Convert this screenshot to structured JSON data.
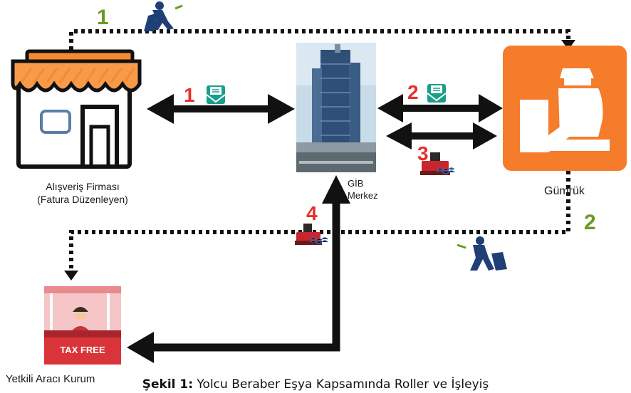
{
  "nodes": {
    "shop": {
      "label_line1": "Alışveriş Firması",
      "label_line2": "(Fatura Düzenleyen)"
    },
    "gib": {
      "label_line1": "GİB",
      "label_line2": "Merkez"
    },
    "customs": {
      "label": "Gümrük"
    },
    "taxfree": {
      "label": "Yetkili Aracı Kurum",
      "sign_text": "TAX FREE"
    }
  },
  "steps": {
    "green_1": "1",
    "green_2": "2",
    "red_1": "1",
    "red_2": "2",
    "red_3": "3",
    "red_4": "4"
  },
  "caption": {
    "prefix": "Şekil 1:",
    "text": " Yolcu Beraber Eşya Kapsamında Roller ve İşleyiş"
  },
  "colors": {
    "green": "#6b9a1f",
    "red": "#e8302a",
    "navy": "#1f3f76",
    "orange": "#f57c2a",
    "teal": "#1a9e8c"
  }
}
